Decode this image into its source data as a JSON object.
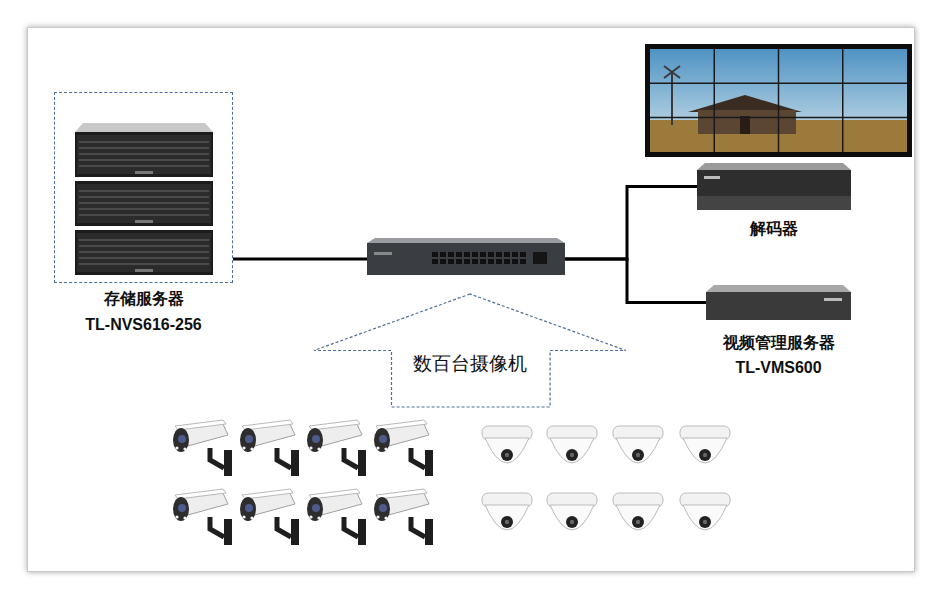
{
  "diagram": {
    "nodes": [
      {
        "text": [
          "存储服务器",
          "TL-NVS616-256"
        ]
      },
      {
        "text": []
      },
      {
        "text": [
          "解码器"
        ]
      },
      {
        "text": [
          "视频管理服务器",
          "TL-VMS600"
        ]
      },
      {
        "text": [
          "数百台摄像机"
        ]
      }
    ],
    "edges": [
      {
        "from": 0,
        "to": 1,
        "arrow": "none"
      },
      {
        "from": 1,
        "to": 2,
        "arrow": "none"
      },
      {
        "from": 1,
        "to": 3,
        "arrow": "none"
      }
    ]
  }
}
